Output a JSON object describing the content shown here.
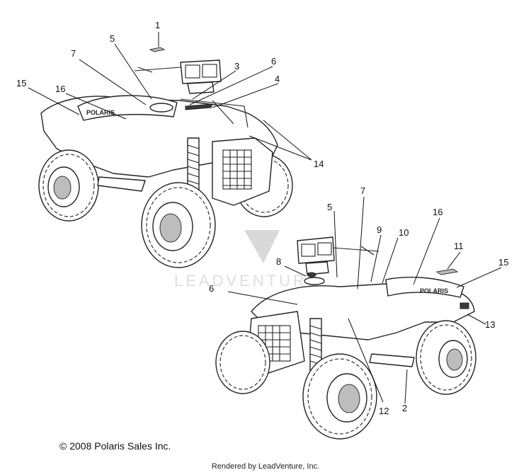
{
  "callouts": {
    "c1": "1",
    "c2": "2",
    "c3": "3",
    "c4": "4",
    "c5a": "5",
    "c5b": "5",
    "c6a": "6",
    "c6b": "6",
    "c7a": "7",
    "c7b": "7",
    "c8": "8",
    "c9": "9",
    "c10": "10",
    "c11": "11",
    "c12": "12",
    "c13": "13",
    "c14": "14",
    "c15a": "15",
    "c15b": "15",
    "c16a": "16",
    "c16b": "16"
  },
  "decal_brand": "POLARIS",
  "watermark": "LEADVENTURE",
  "footer": {
    "copyright": "© 2008 Polaris Sales Inc.",
    "rendered_by": "Rendered by LeadVenture, Inc."
  }
}
